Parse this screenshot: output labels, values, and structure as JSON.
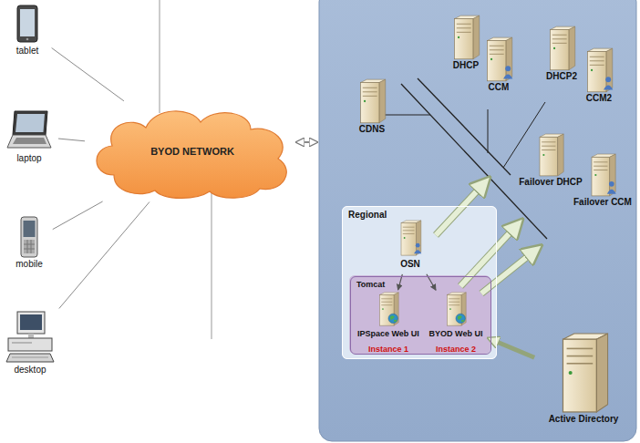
{
  "diagram": {
    "nodes": [
      {
        "text": [
          "tablet"
        ]
      },
      {
        "text": [
          "laptop"
        ]
      },
      {
        "text": [
          "mobile"
        ]
      },
      {
        "text": [
          "desktop"
        ]
      },
      {
        "text": [
          "BYOD NETWORK"
        ]
      },
      {
        "text": [
          "CDNS"
        ]
      },
      {
        "text": [
          "DHCP"
        ]
      },
      {
        "text": [
          "CCM"
        ]
      },
      {
        "text": [
          "DHCP2"
        ]
      },
      {
        "text": [
          "CCM2"
        ]
      },
      {
        "text": [
          "Failover DHCP"
        ]
      },
      {
        "text": [
          "Failover CCM"
        ]
      },
      {
        "text": [
          "Regional"
        ]
      },
      {
        "text": [
          "OSN"
        ],
        "in": 12
      },
      {
        "text": [
          "Tomcat"
        ],
        "in": 12
      },
      {
        "text": [
          "IPSpace Web UI",
          "Instance 1"
        ],
        "in": 14
      },
      {
        "text": [
          "BYOD Web UI",
          "Instance 2"
        ],
        "in": 14
      },
      {
        "text": [
          "Active Directory"
        ]
      }
    ],
    "edges": [
      {
        "from": 0,
        "to": 4,
        "arrow": "none"
      },
      {
        "from": 1,
        "to": 4,
        "arrow": "none"
      },
      {
        "from": 2,
        "to": 4,
        "arrow": "none"
      },
      {
        "from": 3,
        "to": 4,
        "arrow": "none"
      },
      {
        "from": 13,
        "to": 15,
        "arrow": "to"
      },
      {
        "from": 13,
        "to": 16,
        "arrow": "to"
      },
      {
        "from": 17,
        "to": 16,
        "arrow": "to"
      }
    ]
  }
}
